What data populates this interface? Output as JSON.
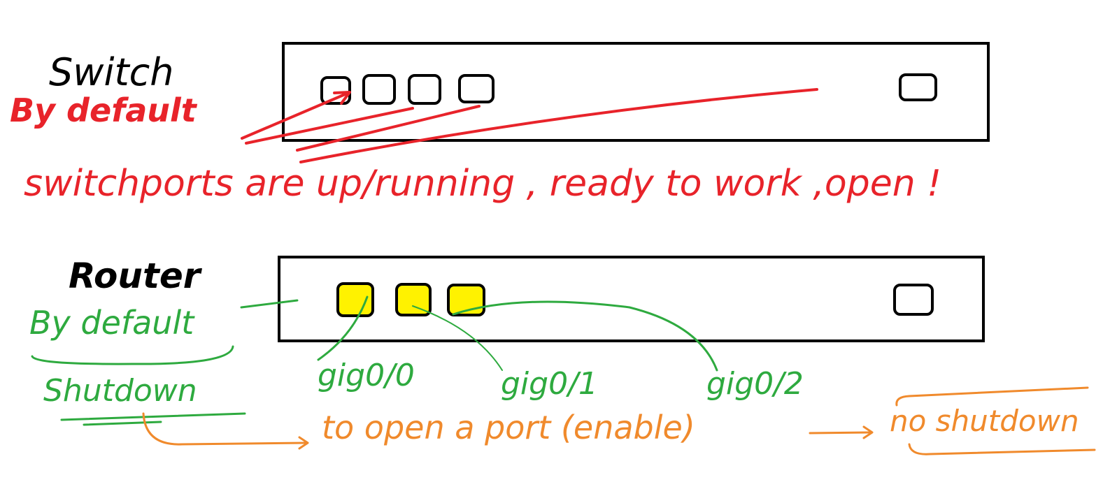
{
  "colors": {
    "black": "#000000",
    "red": "#e8232a",
    "green": "#2eaa3f",
    "orange": "#f08a2c",
    "port_enabled_fill": "#ffffff",
    "port_shutdown_fill": "#fff200"
  },
  "switch": {
    "title": "Switch",
    "by_default": "By default",
    "note": "switchports are up/running , ready to work ,open !",
    "port_count": 5
  },
  "router": {
    "title": "Router",
    "by_default": "By default",
    "state": "Shutdown",
    "port_labels": [
      "gig0/0",
      "gig0/1",
      "gig0/2"
    ],
    "port_count": 4
  },
  "instruction": {
    "text": "to open a port (enable)",
    "command": "no shutdown"
  }
}
